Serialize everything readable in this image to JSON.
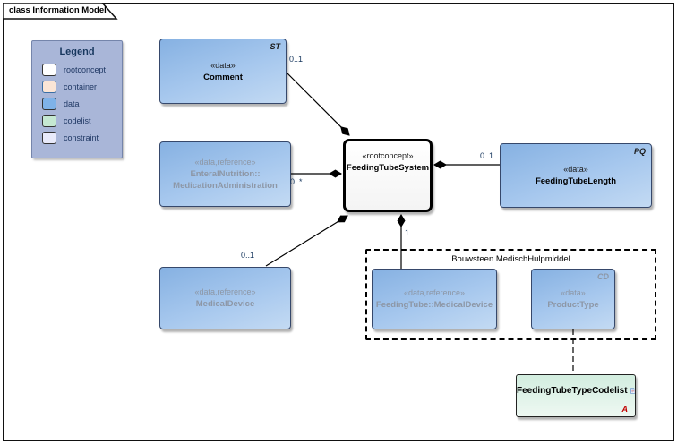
{
  "diagram": {
    "title": "class Information Model"
  },
  "legend": {
    "title": "Legend",
    "items": [
      {
        "label": "rootconcept",
        "color": "#ffffff"
      },
      {
        "label": "container",
        "color": "#fbe5d6"
      },
      {
        "label": "data",
        "color": "#7fb2e8"
      },
      {
        "label": "codelist",
        "color": "#c5e8d2"
      },
      {
        "label": "constraint",
        "color": "#e8eafa"
      }
    ]
  },
  "nodes": {
    "comment": {
      "stereotype": "«data»",
      "name": "Comment",
      "type_code": "ST"
    },
    "medication_administration": {
      "stereotype": "«data,reference»",
      "name_line1": "EnteralNutrition::",
      "name_line2": "MedicationAdministration"
    },
    "medical_device": {
      "stereotype": "«data,reference»",
      "name": "MedicalDevice"
    },
    "feeding_tube_system": {
      "stereotype": "«rootconcept»",
      "name": "FeedingTubeSystem"
    },
    "feeding_tube_length": {
      "stereotype": "«data»",
      "name": "FeedingTubeLength",
      "type_code": "PQ"
    },
    "feeding_tube_medical_device": {
      "stereotype": "«data,reference»",
      "name": "FeedingTube::MedicalDevice"
    },
    "product_type": {
      "stereotype": "«data»",
      "name": "ProductType",
      "type_code": "CD"
    },
    "feeding_tube_type_codelist": {
      "name": "FeedingTubeTypeCodelist",
      "letter": "A"
    }
  },
  "boundary": {
    "label": "Bouwsteen MedischHulpmiddel"
  },
  "multiplicities": {
    "comment": "0..1",
    "medication_administration": "0..*",
    "feeding_tube_length": "0..1",
    "medical_device": "0..1",
    "feeding_tube_medical_device": "1"
  },
  "colors": {
    "node_fill_top": "#86b1e2",
    "node_fill_bottom": "#c3daf3",
    "codelist_fill": "#d2eddf",
    "legend_background": "#a9b6d8",
    "reference_text": "#8d97a6",
    "multiplicity_text": "#17375e",
    "codelist_letter": "#c00000"
  }
}
